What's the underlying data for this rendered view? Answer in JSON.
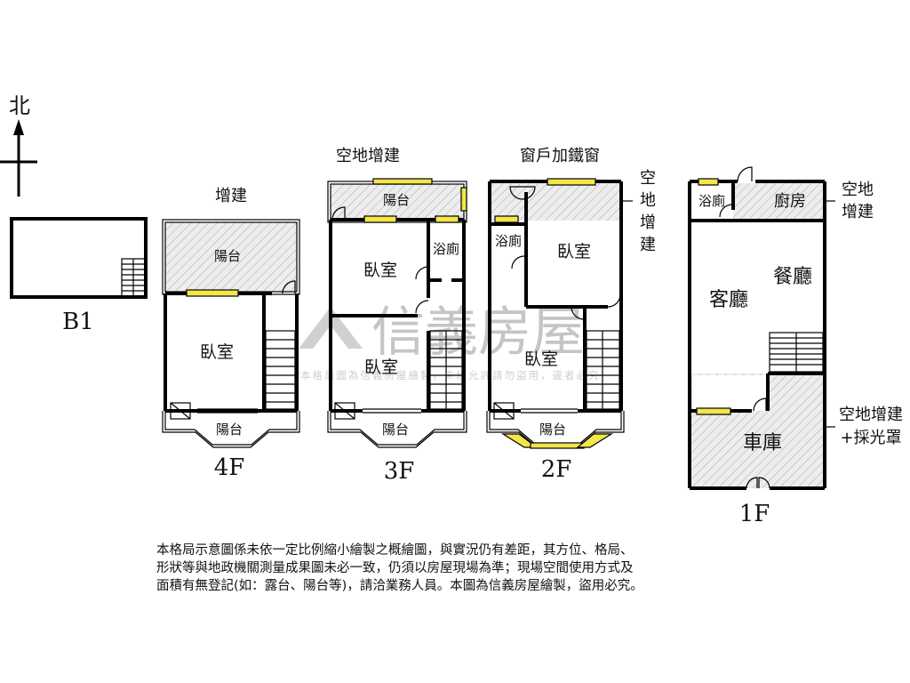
{
  "compass": {
    "north": "北"
  },
  "watermark": {
    "brand": "信義房屋",
    "notice": "本格局圖為信義房屋繪製，未經允許請勿盜用，違者必究"
  },
  "floors": {
    "b1": {
      "label": "B1"
    },
    "f4": {
      "label": "4F",
      "rooms": {
        "annex": "增建",
        "balcony_back": "陽台",
        "bedroom": "臥室",
        "balcony_front": "陽台"
      }
    },
    "f3": {
      "label": "3F",
      "rooms": {
        "annex": "空地增建",
        "balcony_back": "陽台",
        "bedroom_back": "臥室",
        "bathroom": "浴廁",
        "bedroom_front": "臥室",
        "balcony_front": "陽台"
      }
    },
    "f2": {
      "label": "2F",
      "rooms": {
        "window_note": "窗戶加鐵窗",
        "side_note": [
          "空",
          "地",
          "增",
          "建"
        ],
        "bathroom": "浴廁",
        "bedroom_back": "臥室",
        "bedroom_front": "臥室",
        "balcony_front": "陽台"
      }
    },
    "f1": {
      "label": "1F",
      "rooms": {
        "bathroom": "浴廁",
        "kitchen": "廚房",
        "annex_note": [
          "空地",
          "增建"
        ],
        "living": "客廳",
        "dining": "餐廳",
        "garage": "車庫",
        "garage_note": [
          "空地增建",
          "+採光罩"
        ]
      }
    }
  },
  "disclaimer": [
    "本格局示意圖係未依一定比例縮小繪製之概繪圖，與實況仍有差距，其方位、格局、",
    "形狀等與地政機關測量成果圖未必一致，仍須以房屋現場為準；現場空間使用方式及",
    "面積有無登記(如：露台、陽台等)，請洽業務人員。本圖為信義房屋繪製，盜用必究。"
  ]
}
